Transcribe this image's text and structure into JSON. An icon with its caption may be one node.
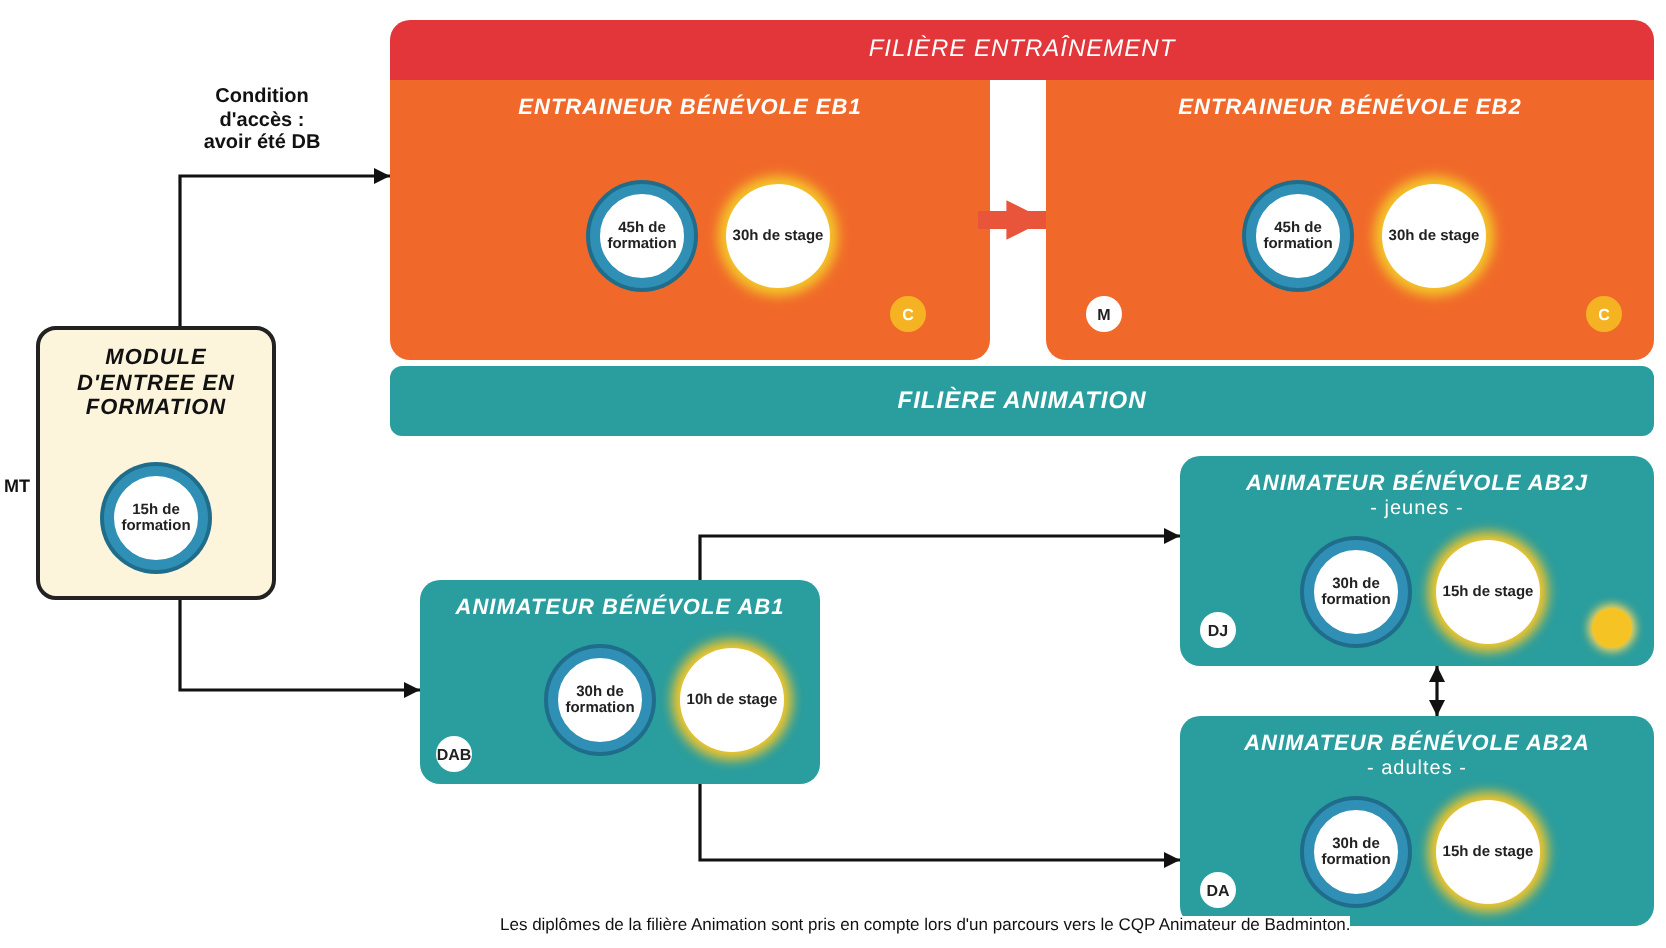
{
  "diagram": {
    "caption": "Les diplômes de la filière Animation sont pris en compte lors d'un parcours vers le CQP Animateur de Badminton.",
    "nodes": [
      {
        "text": [
          "FILIÈRE ENTRAÎNEMENT"
        ]
      },
      {
        "text": [
          "ENTRAINEUR BÉNÉVOLE EB1"
        ],
        "in": 0
      },
      {
        "text": [
          "45h de formation"
        ],
        "in": 1
      },
      {
        "text": [
          "30h de stage"
        ],
        "in": 1
      },
      {
        "text": [
          "C"
        ],
        "in": 1
      },
      {
        "text": [
          "ENTRAINEUR BÉNÉVOLE EB2"
        ],
        "in": 0
      },
      {
        "text": [
          "45h de formation"
        ],
        "in": 5
      },
      {
        "text": [
          "30h de stage"
        ],
        "in": 5
      },
      {
        "text": [
          "M"
        ],
        "in": 5
      },
      {
        "text": [
          "C"
        ],
        "in": 5
      },
      {
        "text": [
          "FILIÈRE ANIMATION"
        ]
      },
      {
        "text": [
          "MODULE D'ENTREE EN FORMATION"
        ],
        "beside": [
          "MT"
        ]
      },
      {
        "text": [
          "15h de formation"
        ],
        "in": 11
      },
      {
        "text": [
          "ANIMATEUR BÉNÉVOLE AB1"
        ]
      },
      {
        "text": [
          "30h de formation"
        ],
        "in": 13
      },
      {
        "text": [
          "10h de stage"
        ],
        "in": 13
      },
      {
        "text": [
          "DAB"
        ],
        "in": 13
      },
      {
        "text": [
          "ANIMATEUR BÉNÉVOLE AB2J",
          "- jeunes -"
        ]
      },
      {
        "text": [
          "30h de formation"
        ],
        "in": 17
      },
      {
        "text": [
          "15h de stage"
        ],
        "in": 17
      },
      {
        "text": [
          "DJ"
        ],
        "in": 17
      },
      {
        "text": [],
        "shape": "circle",
        "in": 17
      },
      {
        "text": [
          "ANIMATEUR BÉNÉVOLE AB2A",
          "- adultes -"
        ]
      },
      {
        "text": [
          "30h de formation"
        ],
        "in": 22
      },
      {
        "text": [
          "15h de stage"
        ],
        "in": 22
      },
      {
        "text": [
          "DA"
        ],
        "in": 22
      }
    ],
    "edges": [
      {
        "from": 11,
        "to": 1,
        "arrow": "to",
        "label": "Condition d'accès : avoir été DB"
      },
      {
        "from": 1,
        "to": 5,
        "arrow": "to",
        "style": "thick",
        "color": "#e8553a"
      },
      {
        "from": 11,
        "to": 13,
        "arrow": "to"
      },
      {
        "from": 13,
        "to": 17,
        "arrow": "to"
      },
      {
        "from": 13,
        "to": 22,
        "arrow": "to"
      },
      {
        "from": 17,
        "to": 22,
        "arrow": "both"
      }
    ]
  }
}
